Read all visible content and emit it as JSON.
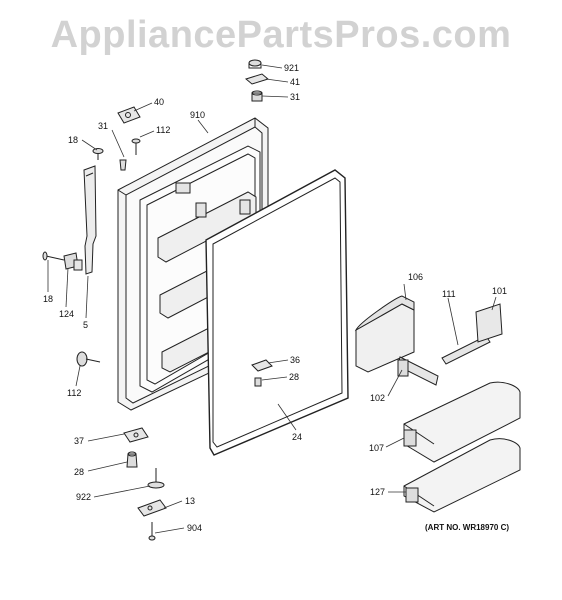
{
  "watermark": "AppliancePartsPros.com",
  "art_number": "(ART NO. WR18970 C)",
  "callouts": {
    "c921": "921",
    "c41": "41",
    "c31a": "31",
    "c40": "40",
    "c910": "910",
    "c31b": "31",
    "c112a": "112",
    "c18a": "18",
    "c18b": "18",
    "c124": "124",
    "c5": "5",
    "c112b": "112",
    "c106": "106",
    "c111": "111",
    "c101": "101",
    "c36": "36",
    "c28a": "28",
    "c102": "102",
    "c24": "24",
    "c37": "37",
    "c28b": "28",
    "c922": "922",
    "c13": "13",
    "c904": "904",
    "c107": "107",
    "c127": "127"
  }
}
